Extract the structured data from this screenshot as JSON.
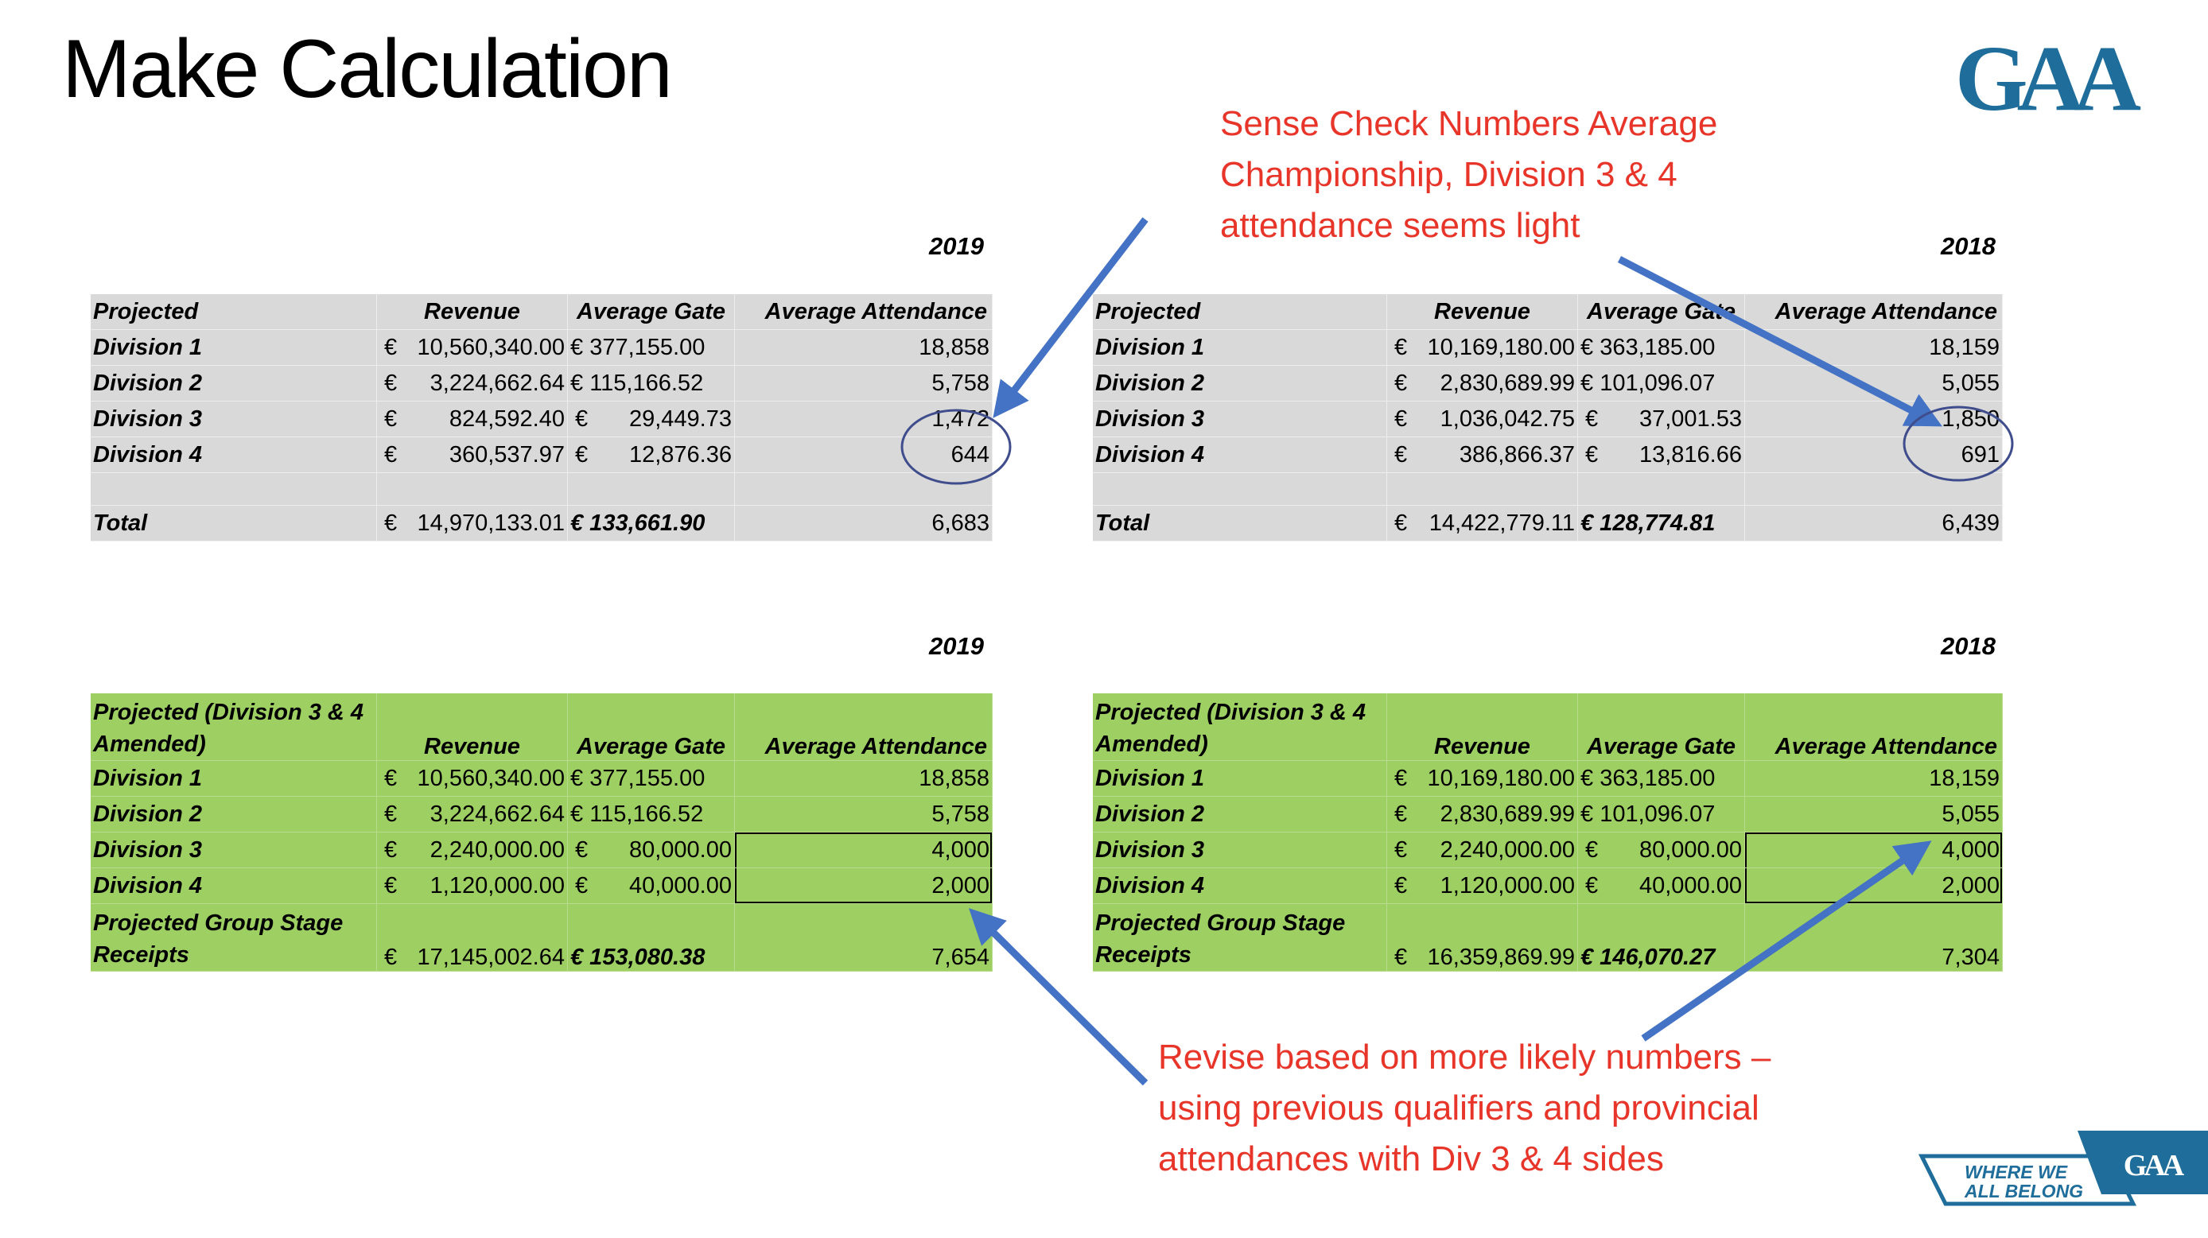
{
  "slide": {
    "title": "Make Calculation",
    "logo_text": "GAA",
    "badge_line1": "WHERE WE",
    "badge_line2": "ALL BELONG",
    "badge_logo": "GAA"
  },
  "headers": {
    "projected": "Projected",
    "projected_amended": "Projected (Division 3 & 4 Amended)",
    "revenue": "Revenue",
    "avg_gate": "Average Gate",
    "avg_attendance": "Average Attendance"
  },
  "labels": {
    "div1": "Division 1",
    "div2": "Division 2",
    "div3": "Division 3",
    "div4": "Division 4",
    "total": "Total",
    "group_stage": "Projected Group Stage Receipts"
  },
  "currency": "€",
  "t2019a": {
    "year": "2019",
    "rows": [
      {
        "rev": "10,560,340.00",
        "gate": "377,155.00",
        "att": "18,858"
      },
      {
        "rev": "3,224,662.64",
        "gate": "115,166.52",
        "att": "5,758"
      },
      {
        "rev": "824,592.40",
        "gate": "29,449.73",
        "att": "1,472"
      },
      {
        "rev": "360,537.97",
        "gate": "12,876.36",
        "att": "644"
      }
    ],
    "total": {
      "rev": "14,970,133.01",
      "gate": "€ 133,661.90",
      "att": "6,683"
    }
  },
  "t2018a": {
    "year": "2018",
    "rows": [
      {
        "rev": "10,169,180.00",
        "gate": "363,185.00",
        "att": "18,159"
      },
      {
        "rev": "2,830,689.99",
        "gate": "101,096.07",
        "att": "5,055"
      },
      {
        "rev": "1,036,042.75",
        "gate": "37,001.53",
        "att": "1,850"
      },
      {
        "rev": "386,866.37",
        "gate": "13,816.66",
        "att": "691"
      }
    ],
    "total": {
      "rev": "14,422,779.11",
      "gate": "€ 128,774.81",
      "att": "6,439"
    }
  },
  "t2019b": {
    "year": "2019",
    "rows": [
      {
        "rev": "10,560,340.00",
        "gate": "377,155.00",
        "att": "18,858"
      },
      {
        "rev": "3,224,662.64",
        "gate": "115,166.52",
        "att": "5,758"
      },
      {
        "rev": "2,240,000.00",
        "gate": "80,000.00",
        "att": "4,000"
      },
      {
        "rev": "1,120,000.00",
        "gate": "40,000.00",
        "att": "2,000"
      }
    ],
    "total": {
      "rev": "17,145,002.64",
      "gate": "€ 153,080.38",
      "att": "7,654"
    }
  },
  "t2018b": {
    "year": "2018",
    "rows": [
      {
        "rev": "10,169,180.00",
        "gate": "363,185.00",
        "att": "18,159"
      },
      {
        "rev": "2,830,689.99",
        "gate": "101,096.07",
        "att": "5,055"
      },
      {
        "rev": "2,240,000.00",
        "gate": "80,000.00",
        "att": "4,000"
      },
      {
        "rev": "1,120,000.00",
        "gate": "40,000.00",
        "att": "2,000"
      }
    ],
    "total": {
      "rev": "16,359,869.99",
      "gate": "€ 146,070.27",
      "att": "7,304"
    }
  },
  "notes": {
    "sense_check": "Sense Check Numbers Average Championship, Division 3 & 4 attendance seems light",
    "revise": "Revise based on more likely numbers – using previous qualifiers and provincial attendances with Div 3 & 4 sides"
  },
  "colors": {
    "note_red": "#e8352a",
    "arrow_blue": "#4472c4",
    "grey_fill": "#d9d9d9",
    "green_fill": "#9ecf63",
    "gaa_blue": "#1e6d9a"
  },
  "icons": [
    "gaa-logo",
    "arrow",
    "circle-highlight",
    "where-we-all-belong-badge"
  ]
}
